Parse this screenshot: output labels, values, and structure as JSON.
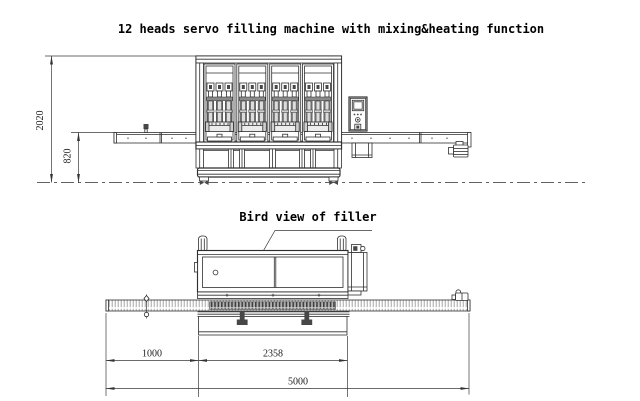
{
  "title": "12 heads servo filling machine with mixing&heating function",
  "front_view": {
    "name": "front-elevation-of-filling-machine",
    "dim_total_height": "2020",
    "dim_conveyor_height": "820"
  },
  "top_view": {
    "label": "Bird view of filler",
    "dim_infeed_length": "1000",
    "dim_filler_length": "2358",
    "dim_total_length": "5000"
  },
  "colors": {
    "line": "#2f2f2f",
    "background": "#ffffff",
    "light_fill": "#ececec",
    "dark_fill": "#474747",
    "belt_hatch": "#9a9a9a"
  }
}
